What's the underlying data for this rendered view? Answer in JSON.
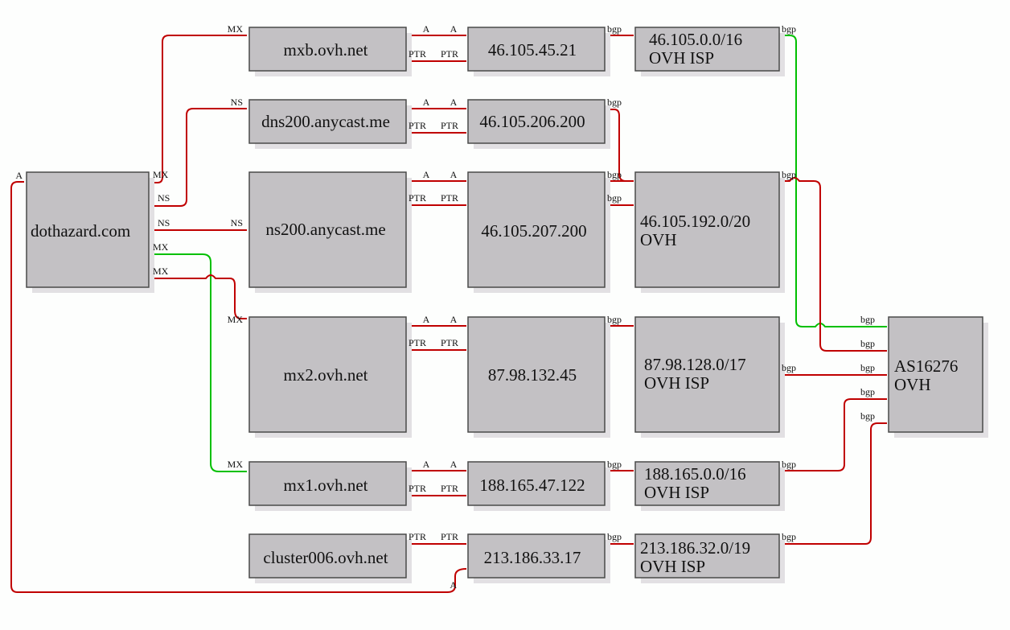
{
  "colors": {
    "edge_default": "#c00000",
    "edge_highlight": "#00c000",
    "node_fill": "#c3c1c4",
    "node_border": "#4a4a4a",
    "node_shadow": "#e2e0e3",
    "background": "#fdfefd"
  },
  "nodes": [
    {
      "id": "dothazard",
      "lines": [
        "dothazard.com"
      ],
      "type": "domain"
    },
    {
      "id": "mxb",
      "lines": [
        "mxb.ovh.net"
      ],
      "type": "host"
    },
    {
      "id": "dns200",
      "lines": [
        "dns200.anycast.me"
      ],
      "type": "host"
    },
    {
      "id": "ns200",
      "lines": [
        "ns200.anycast.me"
      ],
      "type": "host"
    },
    {
      "id": "mx2",
      "lines": [
        "mx2.ovh.net"
      ],
      "type": "host"
    },
    {
      "id": "mx1",
      "lines": [
        "mx1.ovh.net"
      ],
      "type": "host"
    },
    {
      "id": "cluster006",
      "lines": [
        "cluster006.ovh.net"
      ],
      "type": "host"
    },
    {
      "id": "ip_46_105_45_21",
      "lines": [
        "46.105.45.21"
      ],
      "type": "ip"
    },
    {
      "id": "ip_46_105_206_200",
      "lines": [
        "46.105.206.200"
      ],
      "type": "ip"
    },
    {
      "id": "ip_46_105_207_200",
      "lines": [
        "46.105.207.200"
      ],
      "type": "ip"
    },
    {
      "id": "ip_87_98_132_45",
      "lines": [
        "87.98.132.45"
      ],
      "type": "ip"
    },
    {
      "id": "ip_188_165_47_122",
      "lines": [
        "188.165.47.122"
      ],
      "type": "ip"
    },
    {
      "id": "ip_213_186_33_17",
      "lines": [
        "213.186.33.17"
      ],
      "type": "ip"
    },
    {
      "id": "net_46_105_0_0",
      "lines": [
        "46.105.0.0/16",
        "OVH ISP"
      ],
      "type": "prefix"
    },
    {
      "id": "net_46_105_192_0",
      "lines": [
        "46.105.192.0/20",
        "OVH"
      ],
      "type": "prefix"
    },
    {
      "id": "net_87_98_128_0",
      "lines": [
        "87.98.128.0/17",
        "OVH ISP"
      ],
      "type": "prefix"
    },
    {
      "id": "net_188_165_0_0",
      "lines": [
        "188.165.0.0/16",
        "OVH ISP"
      ],
      "type": "prefix"
    },
    {
      "id": "net_213_186_32_0",
      "lines": [
        "213.186.32.0/19",
        "OVH ISP"
      ],
      "type": "prefix"
    },
    {
      "id": "as16276",
      "lines": [
        "AS16276",
        "OVH"
      ],
      "type": "as"
    }
  ],
  "edges": [
    {
      "from": "dothazard",
      "to": "mxb",
      "tail_label": "MX",
      "head_label": "MX",
      "color": "default"
    },
    {
      "from": "dothazard",
      "to": "dns200",
      "tail_label": "NS",
      "head_label": "NS",
      "color": "default"
    },
    {
      "from": "dothazard",
      "to": "ns200",
      "tail_label": "NS",
      "head_label": "NS",
      "color": "default"
    },
    {
      "from": "dothazard",
      "to": "mx1",
      "tail_label": "MX",
      "head_label": "MX",
      "color": "highlight"
    },
    {
      "from": "dothazard",
      "to": "mx2",
      "tail_label": "MX",
      "head_label": "MX",
      "color": "default"
    },
    {
      "from": "dothazard",
      "to": "ip_213_186_33_17",
      "tail_label": "A",
      "head_label": "A",
      "color": "default"
    },
    {
      "from": "mxb",
      "to": "ip_46_105_45_21",
      "tail_label": "A",
      "head_label": "A",
      "color": "default"
    },
    {
      "from": "mxb",
      "to": "ip_46_105_45_21",
      "tail_label": "PTR",
      "head_label": "PTR",
      "color": "default"
    },
    {
      "from": "dns200",
      "to": "ip_46_105_206_200",
      "tail_label": "A",
      "head_label": "A",
      "color": "default"
    },
    {
      "from": "dns200",
      "to": "ip_46_105_206_200",
      "tail_label": "PTR",
      "head_label": "PTR",
      "color": "default"
    },
    {
      "from": "ns200",
      "to": "ip_46_105_207_200",
      "tail_label": "A",
      "head_label": "A",
      "color": "default"
    },
    {
      "from": "ns200",
      "to": "ip_46_105_207_200",
      "tail_label": "PTR",
      "head_label": "PTR",
      "color": "default"
    },
    {
      "from": "mx2",
      "to": "ip_87_98_132_45",
      "tail_label": "A",
      "head_label": "A",
      "color": "default"
    },
    {
      "from": "mx2",
      "to": "ip_87_98_132_45",
      "tail_label": "PTR",
      "head_label": "PTR",
      "color": "default"
    },
    {
      "from": "mx1",
      "to": "ip_188_165_47_122",
      "tail_label": "A",
      "head_label": "A",
      "color": "default"
    },
    {
      "from": "mx1",
      "to": "ip_188_165_47_122",
      "tail_label": "PTR",
      "head_label": "PTR",
      "color": "default"
    },
    {
      "from": "cluster006",
      "to": "ip_213_186_33_17",
      "tail_label": "PTR",
      "head_label": "PTR",
      "color": "default"
    },
    {
      "from": "ip_46_105_45_21",
      "to": "net_46_105_0_0",
      "tail_label": "bgp",
      "head_label": "",
      "color": "default"
    },
    {
      "from": "ip_46_105_206_200",
      "to": "net_46_105_192_0",
      "tail_label": "bgp",
      "head_label": "",
      "color": "default"
    },
    {
      "from": "ip_46_105_207_200",
      "to": "net_46_105_192_0",
      "tail_label": "bgp",
      "head_label": "",
      "color": "default"
    },
    {
      "from": "ip_46_105_207_200",
      "to": "net_46_105_192_0",
      "tail_label": "bgp",
      "head_label": "",
      "color": "default"
    },
    {
      "from": "ip_87_98_132_45",
      "to": "net_87_98_128_0",
      "tail_label": "bgp",
      "head_label": "",
      "color": "default"
    },
    {
      "from": "ip_188_165_47_122",
      "to": "net_188_165_0_0",
      "tail_label": "bgp",
      "head_label": "",
      "color": "default"
    },
    {
      "from": "ip_213_186_33_17",
      "to": "net_213_186_32_0",
      "tail_label": "bgp",
      "head_label": "",
      "color": "default"
    },
    {
      "from": "net_46_105_0_0",
      "to": "as16276",
      "tail_label": "bgp",
      "head_label": "bgp",
      "color": "highlight"
    },
    {
      "from": "net_46_105_192_0",
      "to": "as16276",
      "tail_label": "bgp",
      "head_label": "bgp",
      "color": "default"
    },
    {
      "from": "net_87_98_128_0",
      "to": "as16276",
      "tail_label": "bgp",
      "head_label": "bgp",
      "color": "default"
    },
    {
      "from": "net_188_165_0_0",
      "to": "as16276",
      "tail_label": "bgp",
      "head_label": "bgp",
      "color": "default"
    },
    {
      "from": "net_213_186_32_0",
      "to": "as16276",
      "tail_label": "bgp",
      "head_label": "bgp",
      "color": "default"
    }
  ]
}
